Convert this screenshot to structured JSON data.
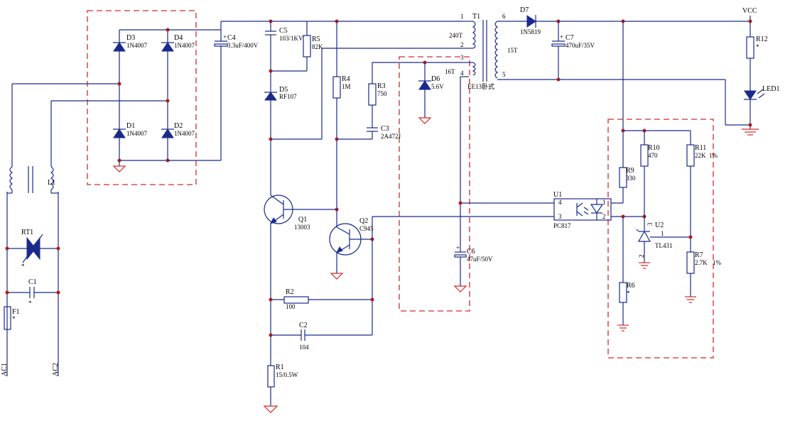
{
  "labels": {
    "d3": "D3",
    "d3_val": "1N4007",
    "d4": "D4",
    "d4_val": "1N4007",
    "d1": "D1",
    "d1_val": "1N4007",
    "d2": "D2",
    "d2_val": "1N4007",
    "c4": "C4",
    "c4_val": "3.3uF/400V",
    "c5": "C5",
    "c5_val": "103/1KV",
    "r5": "R5",
    "r5_val": "82K",
    "d5": "D5",
    "d5_val": "RF107",
    "r4": "R4",
    "r4_val": "1M",
    "r3": "R3",
    "r3_val": "750",
    "c3": "C3",
    "c3_val": "2A472J",
    "d6": "D6",
    "d6_val": "5.6V",
    "t1": "T1",
    "t1_type": "EE13卧式",
    "n240": "240T",
    "n15": "15T",
    "n16": "16T",
    "p1": "1",
    "p2": "2",
    "p3": "3",
    "p4": "4",
    "p5": "5",
    "p6": "6",
    "d7": "D7",
    "d7_val": "1N5819",
    "c7": "C7",
    "c7_val": "470uF/35V",
    "vcc": "VCC",
    "r12": "R12",
    "r12_val": "*",
    "led1": "LED1",
    "l1": "L1",
    "rt1": "RT1",
    "rt1_star": "*",
    "c1": "C1",
    "c1_star": "*",
    "f1": "F1",
    "f1_star": "*",
    "ac1": "AC1",
    "ac2": "AC2",
    "q1": "Q1",
    "q1_val": "13003",
    "q2": "Q2",
    "q2_val": "C945",
    "r2": "R2",
    "r2_val": "100",
    "c2": "C2",
    "c2_val": "104",
    "r1": "R1",
    "r1_val": "15/0.5W",
    "c6": "C6",
    "c6_val": "47uF/50V",
    "u1": "U1",
    "u1_val": "PC817",
    "u1_p1": "1",
    "u1_p2": "2",
    "u1_p3": "3",
    "u1_p4": "4",
    "r9": "R9",
    "r9_val": "330",
    "r10": "R10",
    "r10_val": "470",
    "r11": "R11",
    "r11_val": "22K",
    "r11_tol": "1%",
    "u2": "U2",
    "u2_val": "TL431",
    "u2_p1": "1",
    "u2_p2": "2",
    "u2_p3": "3",
    "r7": "R7",
    "r7_val": "2.7K",
    "r7_tol": "1%",
    "r6": "R6",
    "r6_val": "*"
  },
  "colors": {
    "wire": "#1a2a8c",
    "dashed_box": "#d62a2a",
    "junction": "#b01a1a"
  }
}
